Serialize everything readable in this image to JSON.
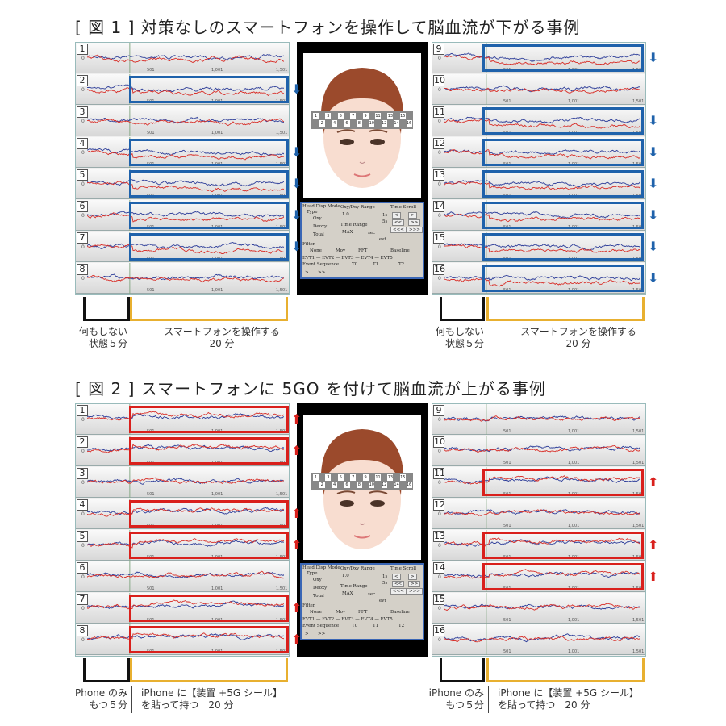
{
  "colors": {
    "decrease": "#1f62ab",
    "increase": "#d9201c",
    "bracket_rest": "#111111",
    "bracket_phone": "#e8b030",
    "trace_red": "#d8302a",
    "trace_blue": "#2f3f9a"
  },
  "ticks": [
    "501",
    "1,001",
    "1,501"
  ],
  "zero_label": "0",
  "sensor_numbers": [
    "1",
    "2",
    "3",
    "4",
    "5",
    "6",
    "7",
    "8",
    "9",
    "10",
    "11",
    "12",
    "13",
    "14",
    "15",
    "16"
  ],
  "control_panel": {
    "mode_title": "Head Disp Mode",
    "type": "Type",
    "oxy": "Oxy",
    "deoxy": "Deoxy",
    "total": "Total",
    "range_title": "Oxy/Dxy Range",
    "range_value": "1.0",
    "time_range": "Time Range",
    "time_value": "MAX",
    "sec": "sec",
    "scroll_title": "Time Scroll",
    "s1": "1s",
    "s5": "5s",
    "btn_lt": "<",
    "btn_gt": ">",
    "btn_ll": "<<",
    "btn_gg": ">>",
    "btn_lll": "<<<",
    "btn_ggg": ">>>",
    "evt": "evt",
    "filter": "Filter",
    "none": "None",
    "mov": "Mov",
    "fft": "FFT",
    "baseline": "Baseline",
    "evts": "EVT1 — EVT2 — EVT3 — EVT4 — EVT5",
    "event_seq": "Event Sequence",
    "t0": "T0",
    "t1": "T1",
    "t2": "T2",
    "play": ">",
    "ff": ">>"
  },
  "figures": [
    {
      "title": "[ 図 1 ] 対策なしのスマートフォンを操作して脳血流が下がる事例",
      "kind": "decrease",
      "arrow": "⬇",
      "left": {
        "rows": [
          {
            "n": "1",
            "h": false
          },
          {
            "n": "2",
            "h": true
          },
          {
            "n": "3",
            "h": false
          },
          {
            "n": "4",
            "h": true
          },
          {
            "n": "5",
            "h": true
          },
          {
            "n": "6",
            "h": true
          },
          {
            "n": "7",
            "h": true
          },
          {
            "n": "8",
            "h": false
          }
        ]
      },
      "right": {
        "rows": [
          {
            "n": "9",
            "h": true
          },
          {
            "n": "10",
            "h": false
          },
          {
            "n": "11",
            "h": true
          },
          {
            "n": "12",
            "h": true
          },
          {
            "n": "13",
            "h": true
          },
          {
            "n": "14",
            "h": true
          },
          {
            "n": "15",
            "h": true
          },
          {
            "n": "16",
            "h": true
          }
        ]
      },
      "labels": {
        "rest_1": "何もしない",
        "rest_2": "状態５分",
        "act_1": "スマートフォンを操作する",
        "act_2": "20 分",
        "rrest_1": "何もしない",
        "rrest_2": "状態５分",
        "ract_1": "スマートフォンを操作する",
        "ract_2": "20 分"
      }
    },
    {
      "title": "[ 図 2 ] スマートフォンに 5GO を付けて脳血流が上がる事例",
      "kind": "increase",
      "arrow": "⬆",
      "left": {
        "rows": [
          {
            "n": "1",
            "h": true
          },
          {
            "n": "2",
            "h": true
          },
          {
            "n": "3",
            "h": false
          },
          {
            "n": "4",
            "h": true
          },
          {
            "n": "5",
            "h": true
          },
          {
            "n": "6",
            "h": false
          },
          {
            "n": "7",
            "h": true
          },
          {
            "n": "8",
            "h": true
          }
        ]
      },
      "right": {
        "rows": [
          {
            "n": "9",
            "h": false
          },
          {
            "n": "10",
            "h": false
          },
          {
            "n": "11",
            "h": true
          },
          {
            "n": "12",
            "h": false
          },
          {
            "n": "13",
            "h": true
          },
          {
            "n": "14",
            "h": true
          },
          {
            "n": "15",
            "h": false
          },
          {
            "n": "16",
            "h": false
          }
        ]
      },
      "labels": {
        "rest_1": "Phone のみ",
        "rest_2": "もつ５分",
        "act_1": "iPhone に【装置 +5G シール】",
        "act_2": "を貼って持つ　20 分",
        "rrest_1": "iPhone のみ",
        "rrest_2": "もつ５分",
        "ract_1": "iPhone に【装置 +5G シール】",
        "ract_2": "を貼って持つ　20 分"
      }
    }
  ]
}
